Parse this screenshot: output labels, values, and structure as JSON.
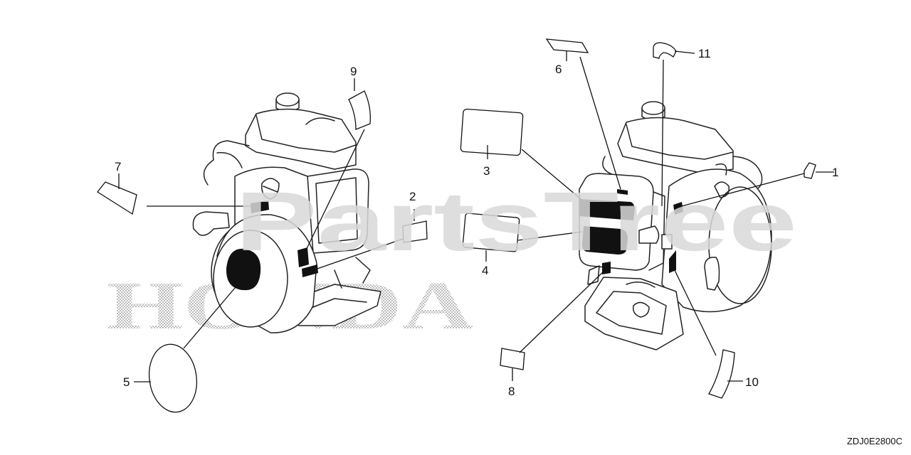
{
  "watermark": "PartsTree",
  "brand_text": "HONDA",
  "diagram_code": "ZDJ0E2800C",
  "callouts": {
    "c1": "1",
    "c2": "2",
    "c3": "3",
    "c4": "4",
    "c5": "5",
    "c6": "6",
    "c7": "7",
    "c8": "8",
    "c9": "9",
    "c10": "10",
    "c11": "11"
  }
}
